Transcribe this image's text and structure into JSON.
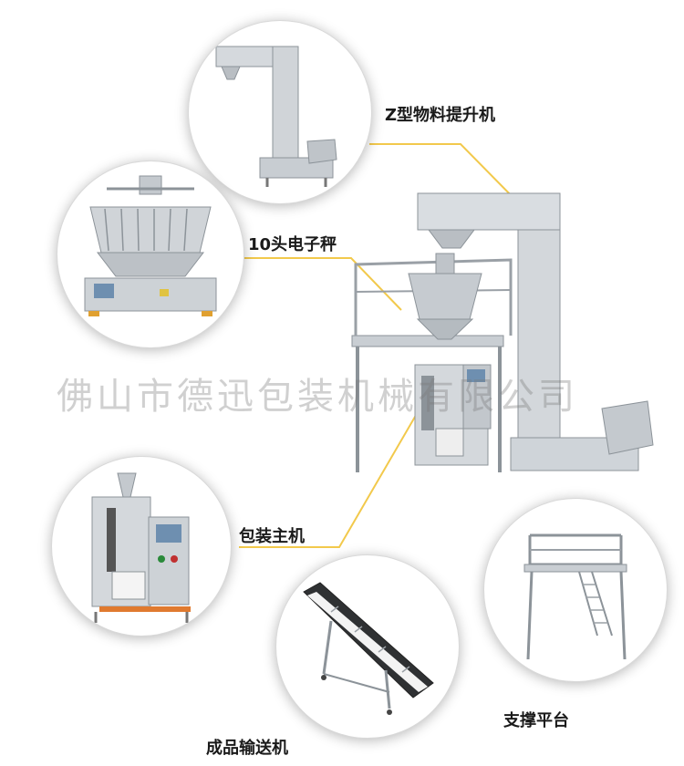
{
  "labels": {
    "elevator": "Z型物料提升机",
    "weigher": "10头电子秤",
    "packer": "包装主机",
    "conveyor": "成品输送机",
    "platform": "支撑平台"
  },
  "watermark": "佛山市德迅包装机械有限公司",
  "colors": {
    "leader_line": "#f2c94c",
    "steel": "#c9ced3",
    "steel_dark": "#8c9399",
    "panel_blue": "#6e8fb0",
    "control_orange": "#e07a2f"
  },
  "icons": [
    "z-elevator-icon",
    "multihead-weigher-icon",
    "packing-machine-icon",
    "conveyor-icon",
    "platform-icon",
    "full-line-machine-icon"
  ]
}
